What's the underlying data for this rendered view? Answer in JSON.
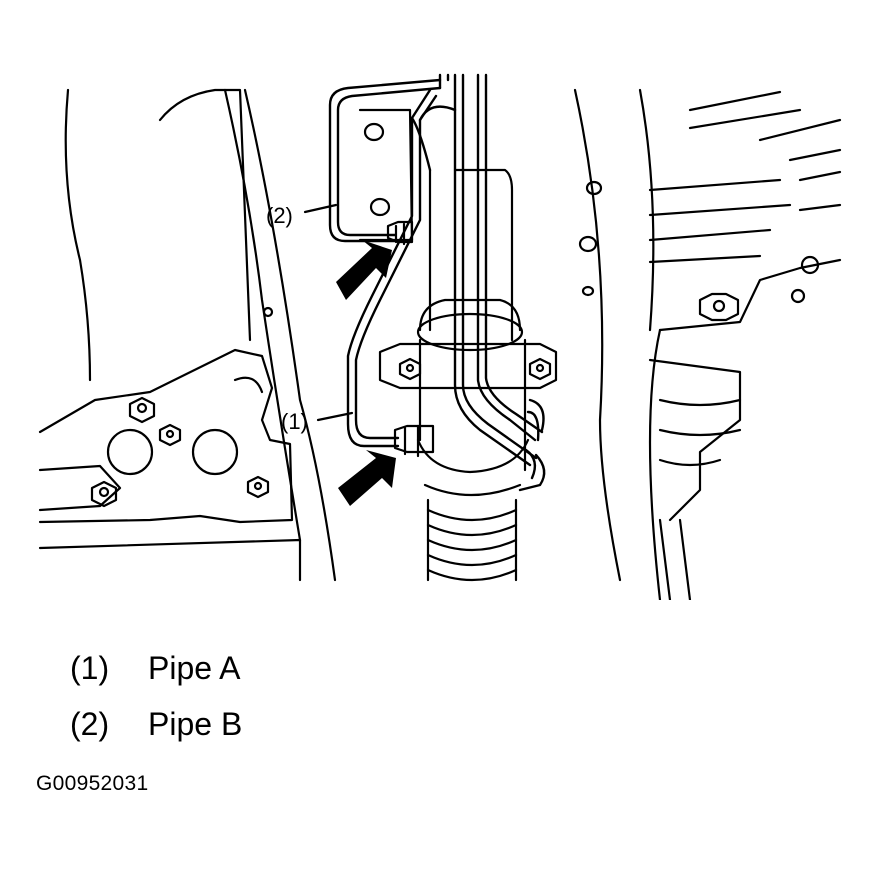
{
  "diagram": {
    "callouts": [
      {
        "number": "(2)",
        "target": "pipe-b-fitting"
      },
      {
        "number": "(1)",
        "target": "pipe-a-fitting"
      }
    ],
    "legend": [
      {
        "number": "(1)",
        "label": "Pipe A"
      },
      {
        "number": "(2)",
        "label": "Pipe B"
      }
    ],
    "figure_id": "G00952031"
  }
}
